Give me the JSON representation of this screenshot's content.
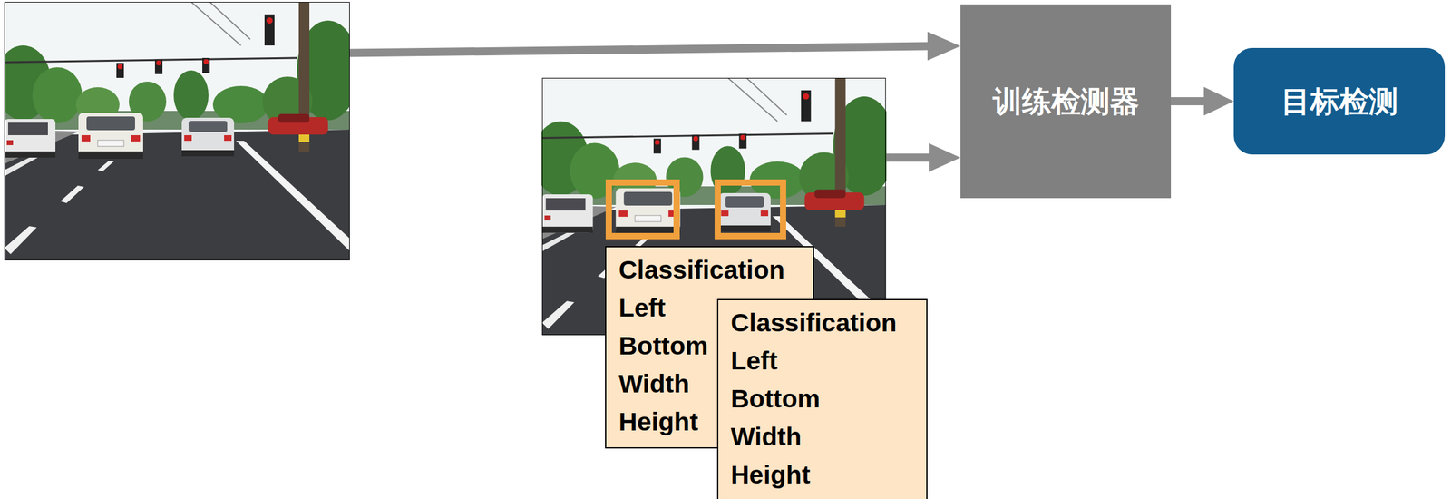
{
  "diagram": {
    "nodes": [
      {
        "text": [
          "Classification",
          "Left",
          "Bottom",
          "Width",
          "Height"
        ]
      },
      {
        "text": [
          "Classification",
          "Left",
          "Bottom",
          "Width",
          "Height"
        ]
      },
      {
        "text": [
          "训练检测器"
        ]
      },
      {
        "text": [
          "目标检测"
        ]
      }
    ],
    "edges": [
      {
        "from": 2,
        "to": 3,
        "arrow": "to"
      }
    ]
  }
}
